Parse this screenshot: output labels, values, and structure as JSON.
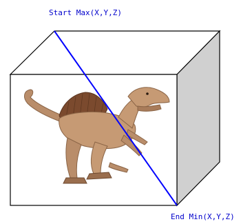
{
  "labels": {
    "start": "Start Max(X,Y,Z)",
    "end": "End Min(X,Y,Z)"
  },
  "colors": {
    "box_stroke": "#000000",
    "side_face": "#d0d0d0",
    "top_face": "#ffffff",
    "front_face": "#ffffff",
    "diagonal": "#0000ff",
    "label_text": "#0000cc"
  },
  "image": {
    "subject": "dinosaur-figure"
  }
}
